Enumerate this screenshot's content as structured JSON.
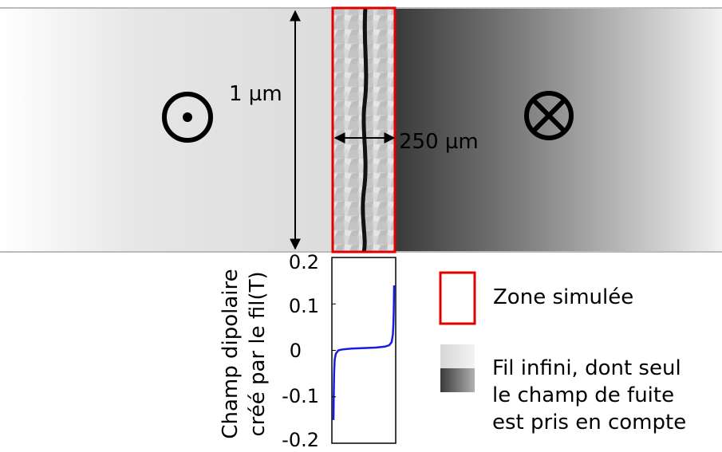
{
  "diagram": {
    "width_label": "1 µm",
    "gap_label": "250 µm",
    "left_symbol": "field-out-of-page",
    "right_symbol": "field-into-page",
    "colors": {
      "simulated_zone_border": "#e00000",
      "wire_light": "#e8e8e8",
      "wire_dark": "#3a3a3a",
      "curve": "#1a1ae6"
    }
  },
  "chart_data": {
    "type": "line",
    "title": "",
    "xlabel": "",
    "ylabel": "Champ dipolaire créé par le fil(T)",
    "ylabel_lines": [
      "Champ dipolaire",
      "créé par le fil(T)"
    ],
    "ylim": [
      -0.2,
      0.2
    ],
    "yticks": [
      "0.2",
      "0.1",
      "0",
      "-0.1",
      "-0.2"
    ],
    "ytick_values": [
      0.2,
      0.1,
      0,
      -0.1,
      -0.2
    ],
    "series": [
      {
        "x": [
          0.0,
          0.005,
          0.01,
          0.02,
          0.04,
          0.08,
          0.15,
          0.3,
          0.5,
          0.7,
          0.85,
          0.92,
          0.96,
          0.98,
          0.99,
          0.995,
          1.0
        ],
        "values": [
          -0.15,
          -0.09,
          -0.05,
          -0.02,
          -0.007,
          0.0,
          0.002,
          0.004,
          0.005,
          0.006,
          0.008,
          0.011,
          0.018,
          0.035,
          0.06,
          0.09,
          0.14
        ]
      }
    ]
  },
  "legend": {
    "zone_label": "Zone simulée",
    "wire_label_lines": [
      "Fil infini, dont seul",
      "le champ de fuite",
      "est pris en compte"
    ]
  }
}
